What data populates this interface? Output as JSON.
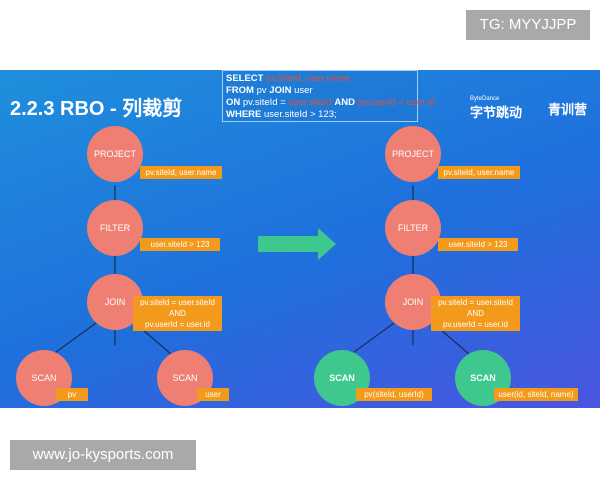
{
  "watermark_top": "TG: MYYJJPP",
  "watermark_bottom": "www.jo-kysports.com",
  "slide": {
    "title": "2.2.3  RBO - 列裁剪",
    "logos": {
      "bytedance_small": "ByteDance",
      "bytedance": "字节跳动",
      "camp": "青训营"
    },
    "sql": {
      "kw_select": "SELECT",
      "select_cols": "pv.siteId, user.name",
      "kw_from": "FROM",
      "from_a": "pv",
      "kw_join": "JOIN",
      "from_b": "user",
      "kw_on": "ON",
      "on_left": "pv.siteId =",
      "on_mid": "user.siteId",
      "kw_and": "AND",
      "on_right": "pv.userId = user.id",
      "kw_where": "WHERE",
      "where_cond": "user.siteId > 123;"
    },
    "left_tree": {
      "project": "PROJECT",
      "project_label": "pv.siteId, user.name",
      "filter": "FILTER",
      "filter_label": "user.siteId > 123",
      "join": "JOIN",
      "join_label_1": "pv.siteId = user.siteId",
      "join_label_2": "AND",
      "join_label_3": "pv.userId = user.id",
      "scan_left": "SCAN",
      "scan_left_label": "pv",
      "scan_right": "SCAN",
      "scan_right_label": "user"
    },
    "right_tree": {
      "project": "PROJECT",
      "project_label": "pv.siteId, user.name",
      "filter": "FILTER",
      "filter_label": "user.siteId > 123",
      "join": "JOIN",
      "join_label_1": "pv.siteId = user.siteId",
      "join_label_2": "AND",
      "join_label_3": "pv.userId = user.id",
      "scan_left": "SCAN",
      "scan_left_label": "pv(siteId, userId)",
      "scan_right": "SCAN",
      "scan_right_label": "user(id, siteId, name)"
    },
    "colors": {
      "node": "#ef7f72",
      "pruned_scan": "#3fc88e",
      "label": "#f39a1c",
      "arrow": "#3fc88e"
    }
  }
}
